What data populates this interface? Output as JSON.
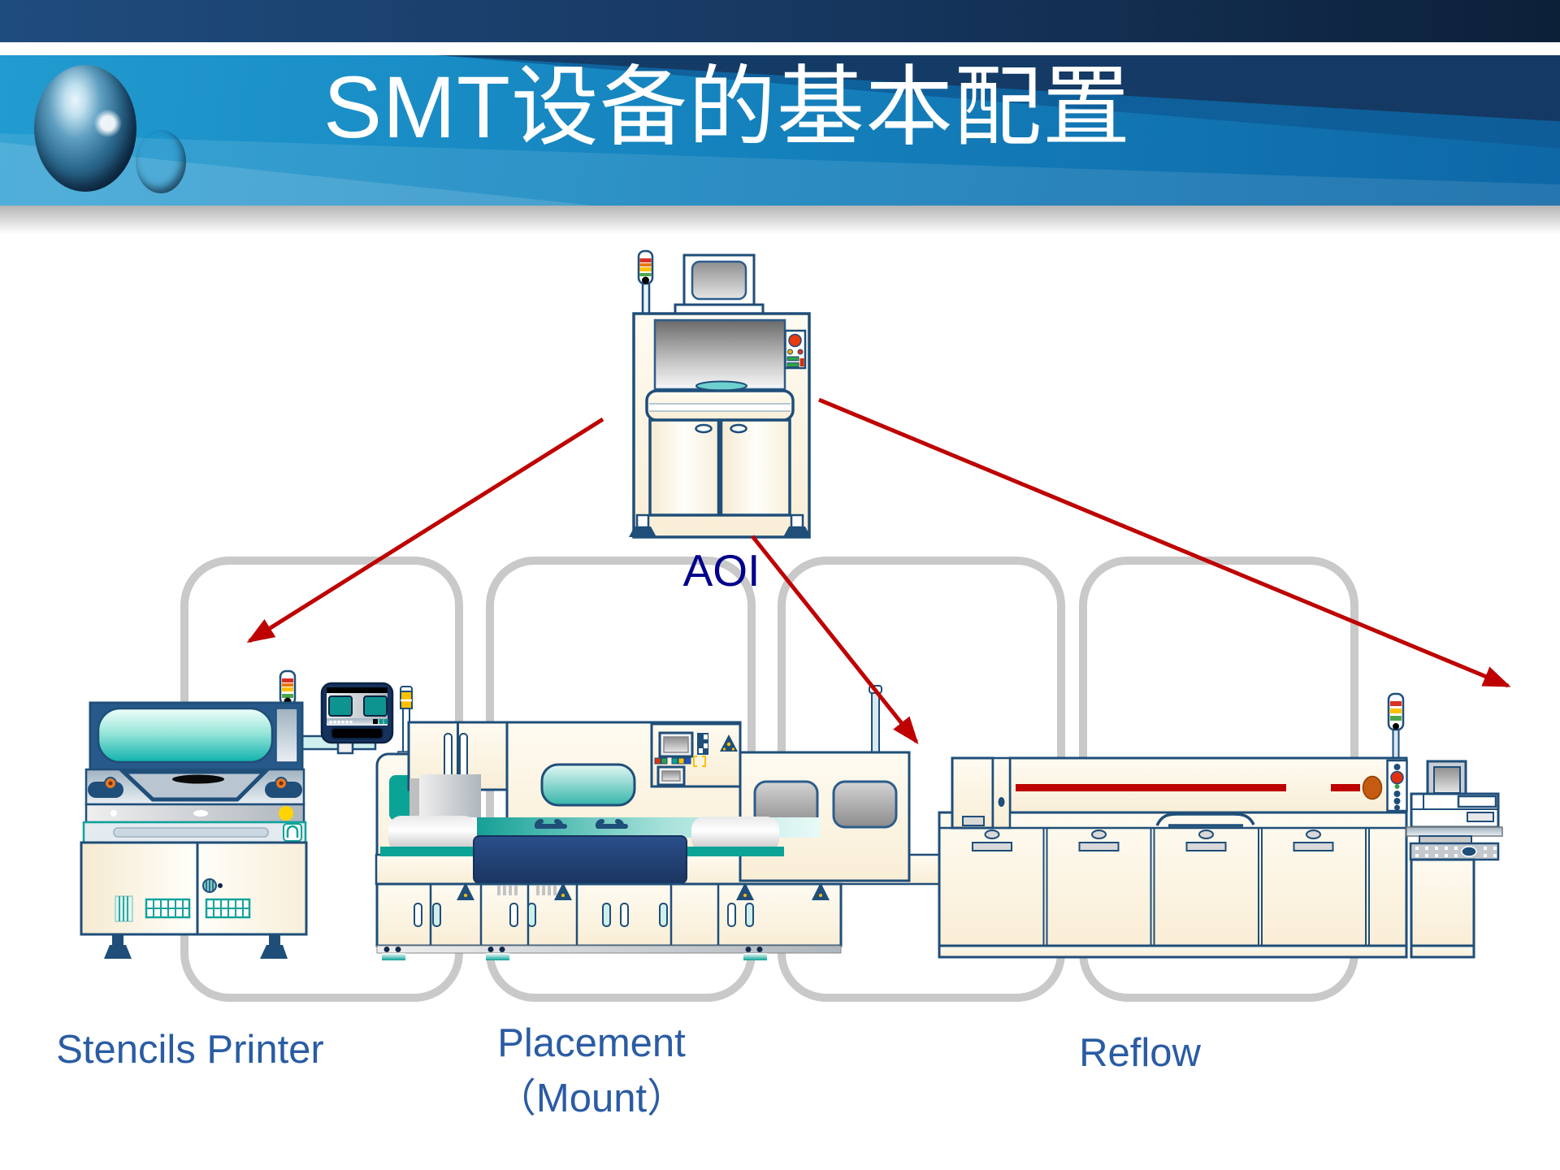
{
  "slide": {
    "title": "SMT设备的基本配置"
  },
  "diagram": {
    "aoi_label": "AOI",
    "stations": [
      {
        "id": "stencils-printer",
        "label": "Stencils Printer"
      },
      {
        "id": "placement",
        "label": "Placement",
        "label_line2": "（Mount）"
      },
      {
        "id": "reflow",
        "label": "Reflow"
      }
    ],
    "arrow_count": 3
  },
  "colors": {
    "accent_red": "#BE0000",
    "label_blue": "#2A5CA4",
    "aoi_blue": "#00008B",
    "outline_navy": "#1F4E79",
    "machine_cream": "#FBF3DE",
    "teal": "#12B2AA",
    "frame_gray": "#C9C9C9",
    "band_blue": "#1583BE",
    "header_navy": "#14365F",
    "signal_red": "#D93025",
    "signal_yellow": "#FFC000",
    "signal_green": "#4CA64C",
    "alert_orange": "#C55A11"
  }
}
